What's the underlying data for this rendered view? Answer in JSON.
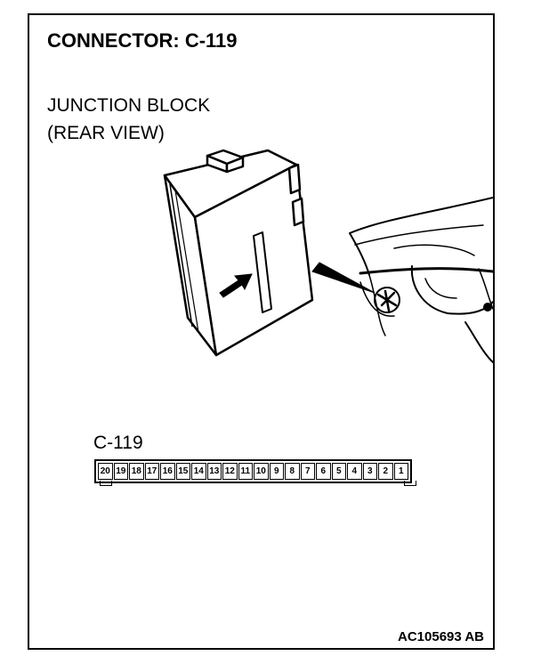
{
  "title": "CONNECTOR: C-119",
  "location_label_line1": "JUNCTION BLOCK",
  "location_label_line2": "(REAR VIEW)",
  "connector_label": "C-119",
  "pins": [
    "20",
    "19",
    "18",
    "17",
    "16",
    "15",
    "14",
    "13",
    "12",
    "11",
    "10",
    "9",
    "8",
    "7",
    "6",
    "5",
    "4",
    "3",
    "2",
    "1"
  ],
  "figure_code": "AC105693 AB"
}
